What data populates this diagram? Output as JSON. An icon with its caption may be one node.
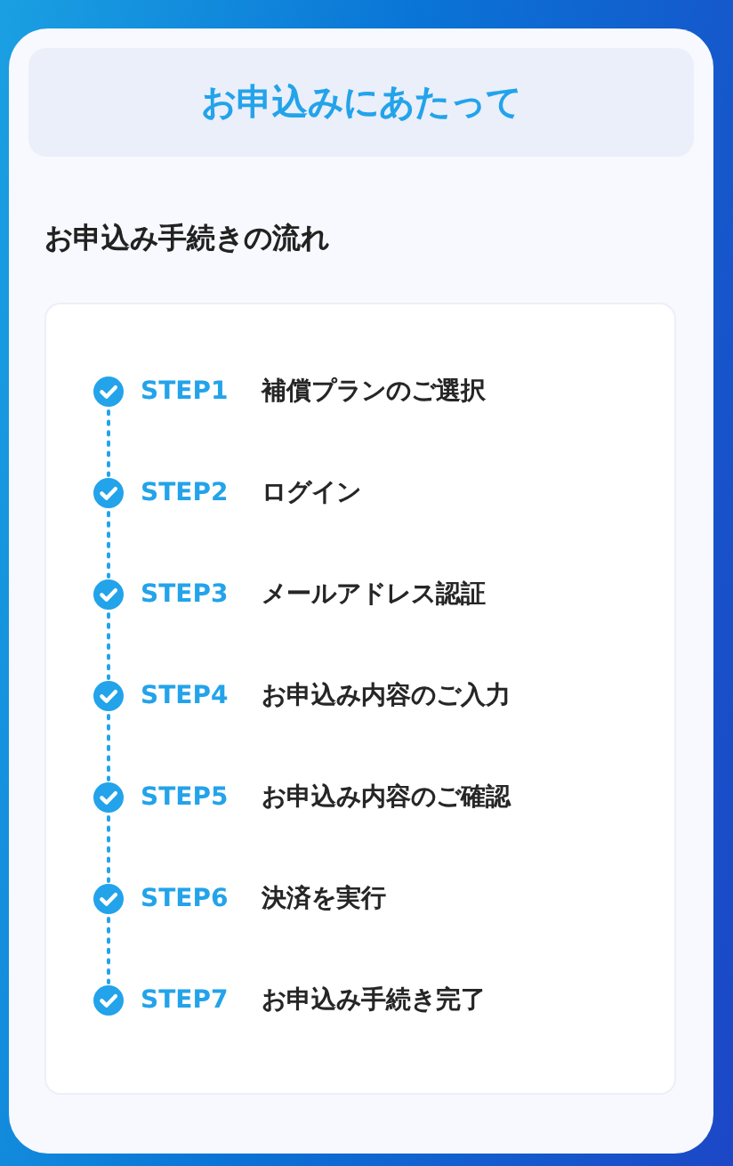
{
  "diagram": {
    "nodes": [
      {
        "text": [
          "お申込みにあたって"
        ]
      },
      {
        "text": [
          "お申込み手続きの流れ"
        ]
      },
      {
        "text": [
          "STEP1",
          "補償プランのご選択"
        ],
        "in": 1
      },
      {
        "text": [
          "STEP2",
          "ログイン"
        ],
        "in": 1
      },
      {
        "text": [
          "STEP3",
          "メールアドレス認証"
        ],
        "in": 1
      },
      {
        "text": [
          "STEP4",
          "お申込み内容のご入力"
        ],
        "in": 1
      },
      {
        "text": [
          "STEP5",
          "お申込み内容のご確認"
        ],
        "in": 1
      },
      {
        "text": [
          "STEP6",
          "決済を実行"
        ],
        "in": 1
      },
      {
        "text": [
          "STEP7",
          "お申込み手続き完了"
        ],
        "in": 1
      }
    ],
    "edges": [
      {
        "from": 2,
        "to": 3,
        "arrow": "none",
        "style": "dashed"
      },
      {
        "from": 3,
        "to": 4,
        "arrow": "none",
        "style": "dashed"
      },
      {
        "from": 4,
        "to": 5,
        "arrow": "none",
        "style": "dashed"
      },
      {
        "from": 5,
        "to": 6,
        "arrow": "none",
        "style": "dashed"
      },
      {
        "from": 6,
        "to": 7,
        "arrow": "none",
        "style": "dashed"
      },
      {
        "from": 7,
        "to": 8,
        "arrow": "none",
        "style": "dashed"
      }
    ]
  }
}
